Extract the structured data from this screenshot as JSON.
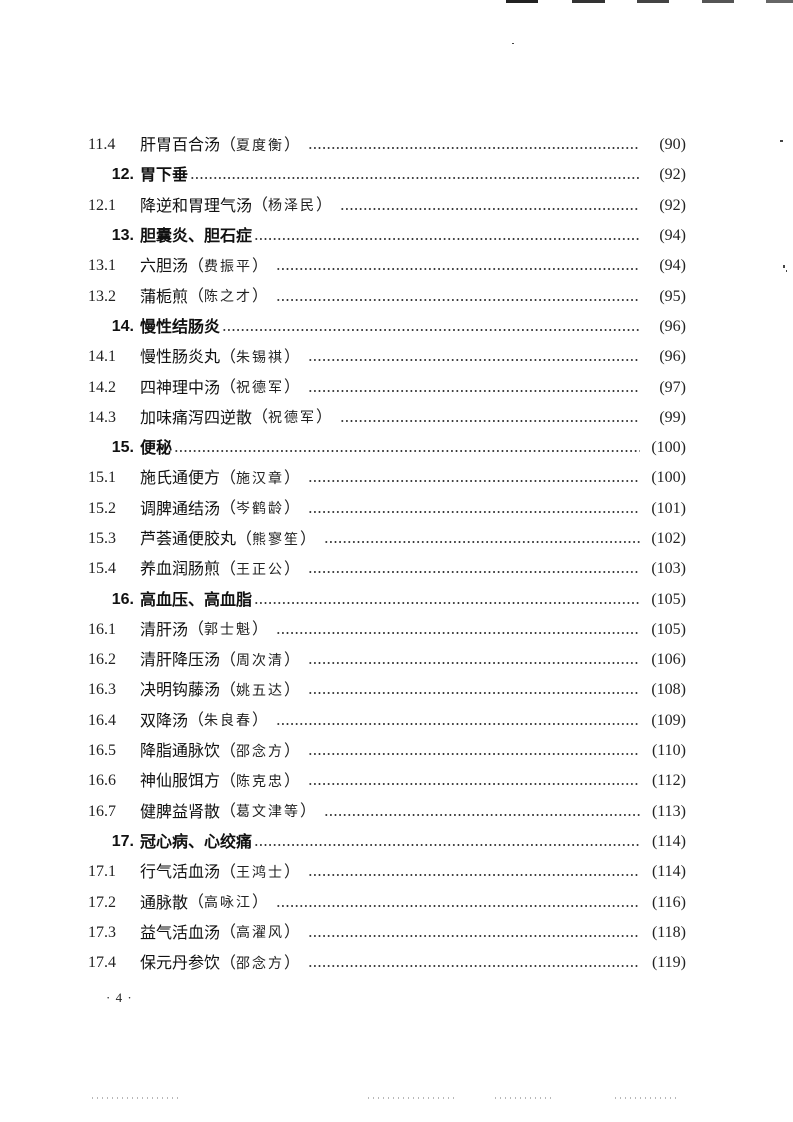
{
  "page": {
    "page_number": "· 4 ·"
  },
  "toc": {
    "entries": [
      {
        "num": "11.4",
        "title": "肝胃百合汤",
        "author": "夏度衡",
        "page": "(90)",
        "chapter": false
      },
      {
        "num": "12.",
        "title": "胃下垂",
        "author": "",
        "page": "(92)",
        "chapter": true
      },
      {
        "num": "12.1",
        "title": "降逆和胃理气汤",
        "author": "杨泽民",
        "page": "(92)",
        "chapter": false
      },
      {
        "num": "13.",
        "title": "胆囊炎、胆石症",
        "author": "",
        "page": "(94)",
        "chapter": true
      },
      {
        "num": "13.1",
        "title": "六胆汤",
        "author": "费振平",
        "page": "(94)",
        "chapter": false
      },
      {
        "num": "13.2",
        "title": "蒲栀煎",
        "author": "陈之才",
        "page": "(95)",
        "chapter": false
      },
      {
        "num": "14.",
        "title": "慢性结肠炎",
        "author": "",
        "page": "(96)",
        "chapter": true
      },
      {
        "num": "14.1",
        "title": "慢性肠炎丸",
        "author": "朱锡祺",
        "page": "(96)",
        "chapter": false
      },
      {
        "num": "14.2",
        "title": "四神理中汤",
        "author": "祝德军",
        "page": "(97)",
        "chapter": false
      },
      {
        "num": "14.3",
        "title": "加味痛泻四逆散",
        "author": "祝德军",
        "page": "(99)",
        "chapter": false
      },
      {
        "num": "15.",
        "title": "便秘",
        "author": "",
        "page": "(100)",
        "chapter": true
      },
      {
        "num": "15.1",
        "title": "施氏通便方",
        "author": "施汉章",
        "page": "(100)",
        "chapter": false
      },
      {
        "num": "15.2",
        "title": "调脾通结汤",
        "author": "岑鹤龄",
        "page": "(101)",
        "chapter": false
      },
      {
        "num": "15.3",
        "title": "芦荟通便胶丸",
        "author": "熊寥笙",
        "page": "(102)",
        "chapter": false
      },
      {
        "num": "15.4",
        "title": "养血润肠煎",
        "author": "王正公",
        "page": "(103)",
        "chapter": false
      },
      {
        "num": "16.",
        "title": "高血压、高血脂",
        "author": "",
        "page": "(105)",
        "chapter": true
      },
      {
        "num": "16.1",
        "title": "清肝汤",
        "author": "郭士魁",
        "page": "(105)",
        "chapter": false
      },
      {
        "num": "16.2",
        "title": "清肝降压汤",
        "author": "周次清",
        "page": "(106)",
        "chapter": false
      },
      {
        "num": "16.3",
        "title": "决明钩藤汤",
        "author": "姚五达",
        "page": "(108)",
        "chapter": false
      },
      {
        "num": "16.4",
        "title": "双降汤",
        "author": "朱良春",
        "page": "(109)",
        "chapter": false
      },
      {
        "num": "16.5",
        "title": "降脂通脉饮",
        "author": "邵念方",
        "page": "(110)",
        "chapter": false
      },
      {
        "num": "16.6",
        "title": "神仙服饵方",
        "author": "陈克忠",
        "page": "(112)",
        "chapter": false
      },
      {
        "num": "16.7",
        "title": "健脾益肾散",
        "author": "葛文津等",
        "page": "(113)",
        "chapter": false
      },
      {
        "num": "17.",
        "title": "冠心病、心绞痛",
        "author": "",
        "page": "(114)",
        "chapter": true
      },
      {
        "num": "17.1",
        "title": "行气活血汤",
        "author": "王鸿士",
        "page": "(114)",
        "chapter": false
      },
      {
        "num": "17.2",
        "title": "通脉散",
        "author": "高咏江",
        "page": "(116)",
        "chapter": false
      },
      {
        "num": "17.3",
        "title": "益气活血汤",
        "author": "高濯风",
        "page": "(118)",
        "chapter": false
      },
      {
        "num": "17.4",
        "title": "保元丹参饮",
        "author": "邵念方",
        "page": "(119)",
        "chapter": false
      }
    ]
  },
  "symbols": {
    "open_paren": "（",
    "close_paren": "）"
  }
}
